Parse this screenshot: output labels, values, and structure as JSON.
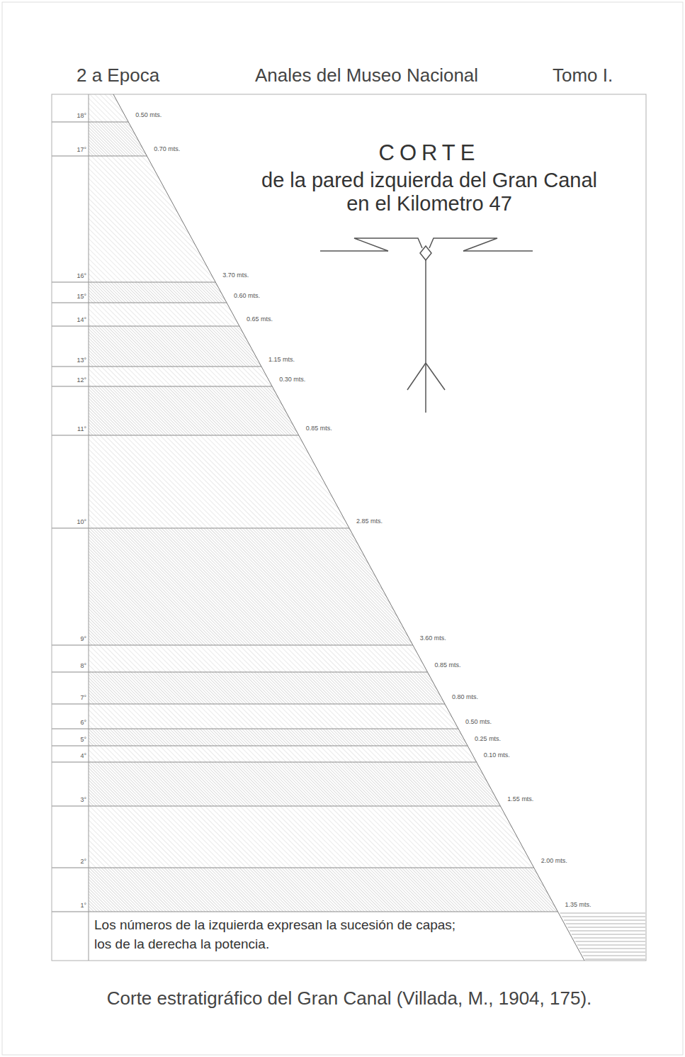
{
  "diagram": {
    "title": "CORTE de la pared izquierda del Gran Canal en el Kilometro 47",
    "caption": "Corte estratigráfico del Gran Canal (Villada, M., 1904, 175).",
    "labels": [
      "2 a Epoca",
      "Anales del Museo Nacional",
      "Tomo I.",
      "18°",
      "0.50 mts.",
      "17°",
      "0.70 mts.",
      "16°",
      "3.70 mts.",
      "15°",
      "0.60 mts.",
      "14°",
      "0.65 mts.",
      "13°",
      "1.15 mts.",
      "12°",
      "0.30 mts.",
      "11°",
      "0.85 mts.",
      "10°",
      "2.85 mts.",
      "9°",
      "3.60 mts.",
      "8°",
      "0.85 mts.",
      "7°",
      "0.80 mts.",
      "6°",
      "0.50 mts.",
      "5°",
      "0.25 mts.",
      "4°",
      "0.10 mts.",
      "3°",
      "1.55 mts.",
      "2°",
      "2.00 mts.",
      "1°",
      "1.35 mts.",
      "Los números de la izquierda expresan la sucesión de capas; los de la derecha la potencia."
    ]
  }
}
